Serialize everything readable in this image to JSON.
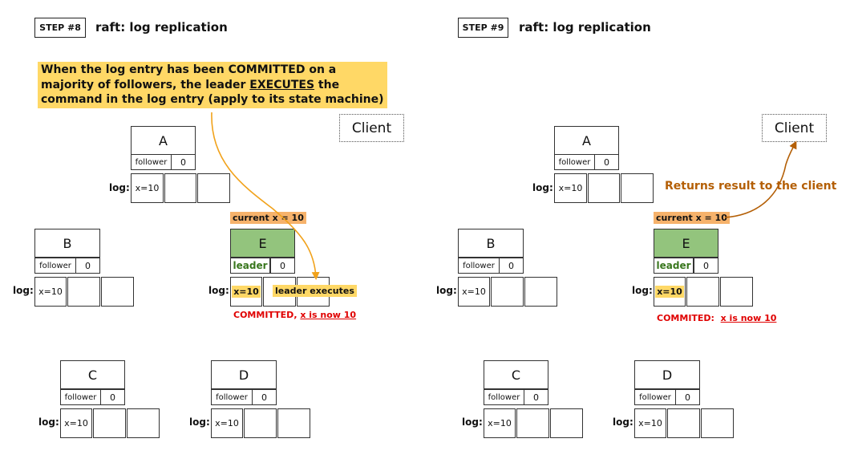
{
  "colors": {
    "callout": "#ffd866",
    "leader_green": "#93c47d",
    "leader_text": "#38761d",
    "current_x": "#f6b26b",
    "committed_red": "#e00000",
    "orange_arrow": "#f1a21b",
    "returns_brown": "#b45f06"
  },
  "log_label": "log:",
  "follower_label": "follower",
  "leader_label": "leader",
  "term_value": "0",
  "entry_value": "x=10",
  "client_label": "Client",
  "current_x_label": "current x = 10",
  "step8": {
    "badge": "STEP #8",
    "title": "raft: log replication",
    "callout_line1": "When the log entry has been COMMITTED on a",
    "callout_line2_pre": "majority of followers, the leader ",
    "callout_line2_u": "EXECUTES",
    "callout_line2_post": " the",
    "callout_line3": "command in the log entry (apply to its state machine)",
    "leader_executes": "leader executes",
    "committed_pre": "COMMITTED, ",
    "committed_u": "x is now 10"
  },
  "step9": {
    "badge": "STEP #9",
    "title": "raft: log replication",
    "returns_label": "Returns result to the client",
    "committed_pre": "COMMITED:  ",
    "committed_u": "x is now 10"
  },
  "nodes": {
    "A": "A",
    "B": "B",
    "C": "C",
    "D": "D",
    "E": "E"
  }
}
